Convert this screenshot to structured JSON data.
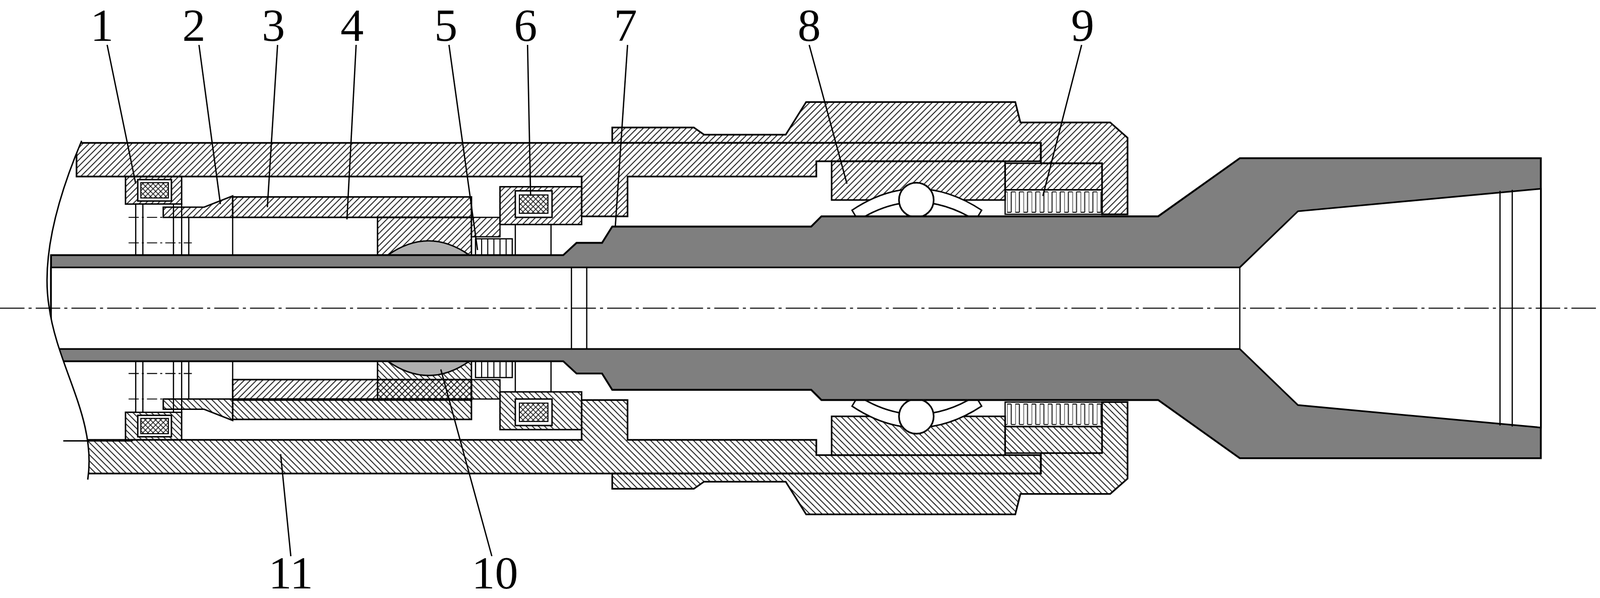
{
  "diagram": {
    "labels": [
      "1",
      "2",
      "3",
      "4",
      "5",
      "6",
      "7",
      "8",
      "9",
      "11",
      "10"
    ]
  }
}
